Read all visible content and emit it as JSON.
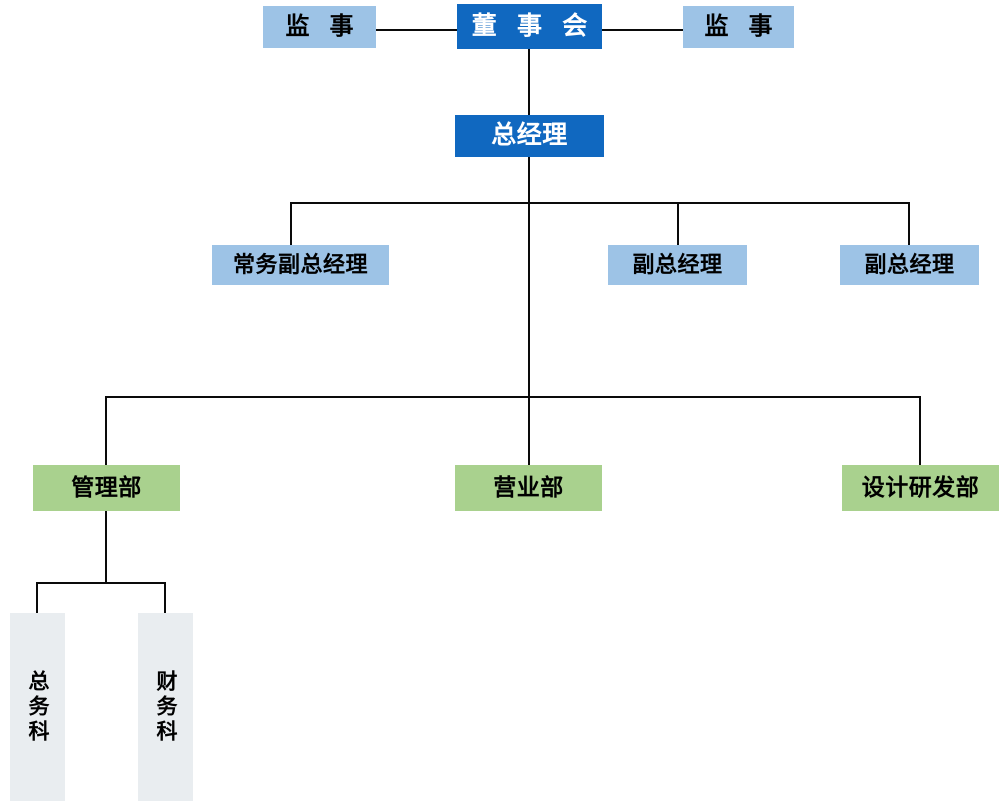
{
  "chart_data": {
    "type": "diagram",
    "subtype": "organizational-chart",
    "title": "",
    "orientation": "top-down",
    "colors": {
      "board_fill": "#1068C0",
      "board_text": "#FFFFFF",
      "executive_fill": "#9DC3E6",
      "department_fill": "#A9D18E",
      "section_fill": "#E9EDF0",
      "connector": "#0A0A0A",
      "background": "#FFFFFF"
    },
    "levels": [
      {
        "level": 1,
        "nodes": [
          {
            "id": "supervisor-left",
            "label": "监 事",
            "style": "lightblue"
          },
          {
            "id": "board",
            "label": "董 事 会",
            "style": "dark"
          },
          {
            "id": "supervisor-right",
            "label": "监 事",
            "style": "lightblue"
          }
        ]
      },
      {
        "level": 2,
        "nodes": [
          {
            "id": "general-manager",
            "label": "总经理",
            "style": "dark"
          }
        ]
      },
      {
        "level": 3,
        "nodes": [
          {
            "id": "executive-vp",
            "label": "常务副总经理",
            "style": "lightblue"
          },
          {
            "id": "vp-1",
            "label": "副总经理",
            "style": "lightblue"
          },
          {
            "id": "vp-2",
            "label": "副总经理",
            "style": "lightblue"
          }
        ]
      },
      {
        "level": 4,
        "nodes": [
          {
            "id": "admin-dept",
            "label": "管理部",
            "style": "green"
          },
          {
            "id": "sales-dept",
            "label": "营业部",
            "style": "green"
          },
          {
            "id": "rnd-dept",
            "label": "设计研发部",
            "style": "green"
          }
        ]
      },
      {
        "level": 5,
        "nodes": [
          {
            "id": "general-affairs",
            "label": "总务科",
            "style": "grey",
            "vertical": true
          },
          {
            "id": "finance",
            "label": "财务科",
            "style": "grey",
            "vertical": true
          }
        ]
      }
    ],
    "edges": [
      {
        "from": "board",
        "to": "supervisor-left",
        "type": "horizontal"
      },
      {
        "from": "board",
        "to": "supervisor-right",
        "type": "horizontal"
      },
      {
        "from": "board",
        "to": "general-manager",
        "type": "vertical"
      },
      {
        "from": "general-manager",
        "to": "executive-vp",
        "type": "elbow"
      },
      {
        "from": "general-manager",
        "to": "vp-1",
        "type": "elbow"
      },
      {
        "from": "general-manager",
        "to": "vp-2",
        "type": "elbow"
      },
      {
        "from": "general-manager",
        "to": "admin-dept",
        "type": "elbow"
      },
      {
        "from": "general-manager",
        "to": "sales-dept",
        "type": "elbow"
      },
      {
        "from": "general-manager",
        "to": "rnd-dept",
        "type": "elbow"
      },
      {
        "from": "admin-dept",
        "to": "general-affairs",
        "type": "elbow"
      },
      {
        "from": "admin-dept",
        "to": "finance",
        "type": "elbow"
      }
    ]
  },
  "nodes": {
    "supervisor_left": "监 事",
    "board": "董 事 会",
    "supervisor_right": "监 事",
    "general_manager": "总经理",
    "executive_vp": "常务副总经理",
    "vp_1": "副总经理",
    "vp_2": "副总经理",
    "admin_dept": "管理部",
    "sales_dept": "营业部",
    "rnd_dept": "设计研发部",
    "general_affairs": "总务科",
    "finance": "财务科"
  }
}
